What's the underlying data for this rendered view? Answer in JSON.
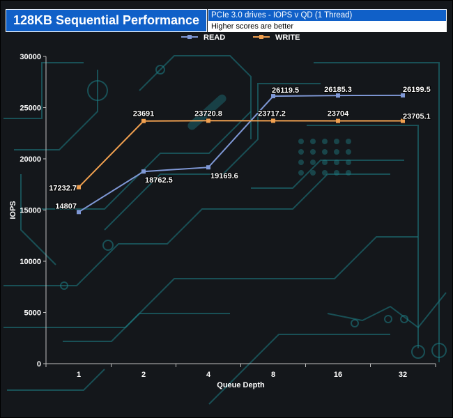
{
  "header": {
    "title": "128KB Sequential Performance",
    "subtitle": "PCIe 3.0 drives - IOPS v QD (1 Thread)",
    "note": "Higher scores are better"
  },
  "colors": {
    "background": "#14171b",
    "circuit": "#1e7f86",
    "header_blue": "#1060c8",
    "read": "#7f98d6",
    "write": "#f0a050"
  },
  "chart_data": {
    "type": "line",
    "categories": [
      "1",
      "2",
      "4",
      "8",
      "16",
      "32"
    ],
    "series": [
      {
        "name": "READ",
        "values": [
          14807,
          18762.5,
          19169.6,
          26119.5,
          26185.3,
          26199.5
        ]
      },
      {
        "name": "WRITE",
        "values": [
          17232.7,
          23691,
          23720.8,
          23717.2,
          23704,
          23705.1
        ]
      }
    ],
    "data_labels": {
      "READ": [
        "14807",
        "18762.5",
        "19169.6",
        "26119.5",
        "26185.3",
        "26199.5"
      ],
      "WRITE": [
        "17232.7",
        "23691",
        "23720.8",
        "23717.2",
        "23704",
        "23705.1"
      ]
    },
    "title": "128KB Sequential Performance",
    "xlabel": "Queue Depth",
    "ylabel": "IOPS",
    "ylim": [
      0,
      30000
    ],
    "yticks": [
      0,
      5000,
      10000,
      15000,
      20000,
      25000,
      30000
    ],
    "grid": false,
    "legend_position": "top-center"
  }
}
